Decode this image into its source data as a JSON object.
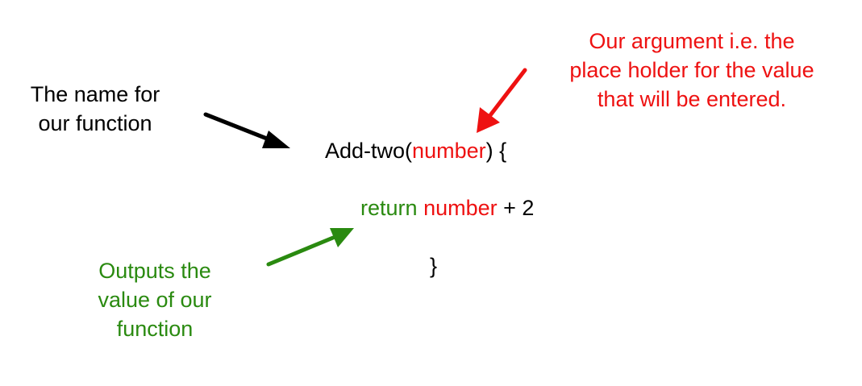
{
  "colors": {
    "text": "#000000",
    "argument": "#ee1111",
    "keyword": "#2a8a10"
  },
  "annotations": {
    "name": [
      "The name for",
      "our function"
    ],
    "argument": [
      "Our argument i.e. the",
      "place holder for the value",
      "that will be entered."
    ],
    "output": [
      "Outputs the",
      "value of our",
      "function"
    ]
  },
  "code": {
    "func_name": "Add-two(",
    "param": "number",
    "signature_end": ") {",
    "return_keyword": "return",
    "return_var": "number",
    "return_expr": " + 2",
    "closing_brace": "}"
  }
}
